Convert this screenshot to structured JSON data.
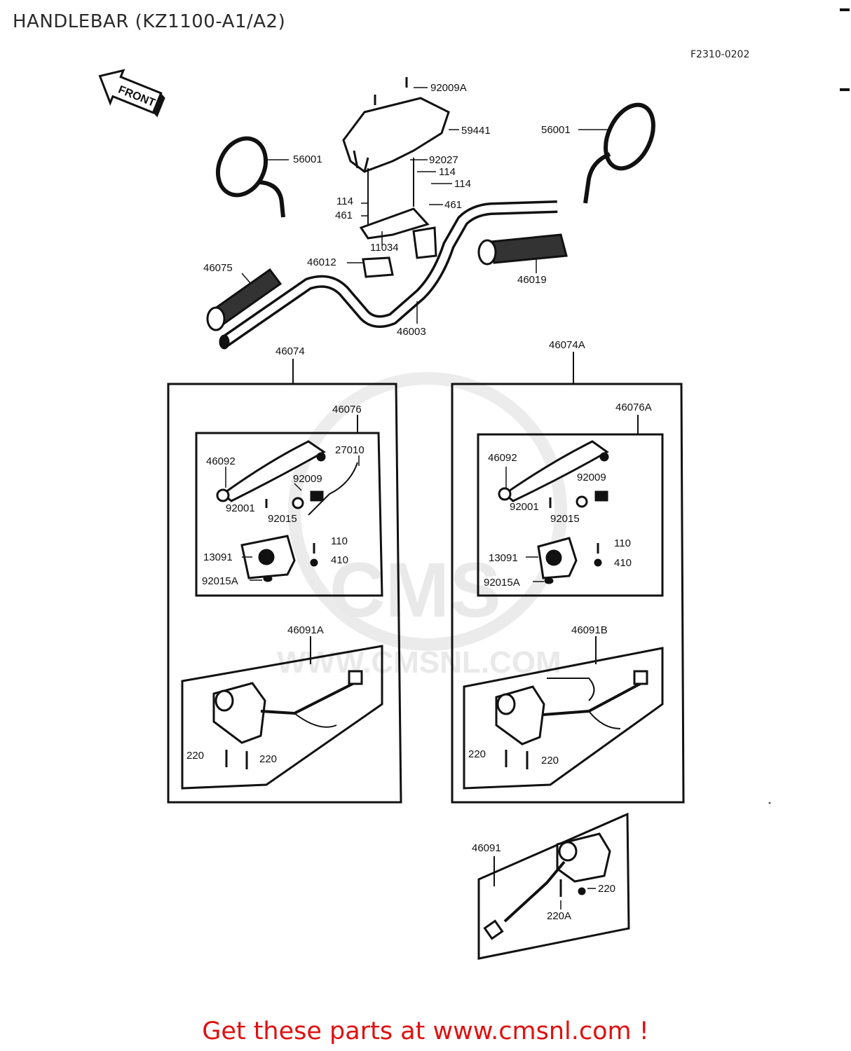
{
  "title": "HANDLEBAR (KZ1100-A1/A2)",
  "figure_code": "F2310-0202",
  "front_label": "FRONT",
  "watermark": {
    "brand": "CMS",
    "url": "WWW.CMSNL.COM"
  },
  "cta": "Get these parts at www.cmsnl.com !",
  "parts": {
    "p92009A": "92009A",
    "p59441": "59441",
    "p56001_left": "56001",
    "p56001_right": "56001",
    "p92027": "92027",
    "p114_a": "114",
    "p114_b": "114",
    "p114_c": "114",
    "p461_a": "461",
    "p461_b": "461",
    "p11034": "11034",
    "p46012": "46012",
    "p46075": "46075",
    "p46019": "46019",
    "p46003": "46003",
    "p46074": "46074",
    "p46074A": "46074A",
    "p46091": "46091",
    "p220A": "220A",
    "p220_c": "220"
  },
  "left_box": {
    "p46076": "46076",
    "p46092": "46092",
    "p27010": "27010",
    "p92009": "92009",
    "p92001": "92001",
    "p92015": "92015",
    "p110": "110",
    "p13091": "13091",
    "p410": "410",
    "p92015A": "92015A",
    "p46091A": "46091A",
    "p220_a": "220",
    "p220_b": "220"
  },
  "right_box": {
    "p46076A": "46076A",
    "p46092": "46092",
    "p92009": "92009",
    "p92001": "92001",
    "p92015": "92015",
    "p110": "110",
    "p13091": "13091",
    "p410": "410",
    "p92015A": "92015A",
    "p46091B": "46091B",
    "p220_a": "220",
    "p220_b": "220"
  }
}
